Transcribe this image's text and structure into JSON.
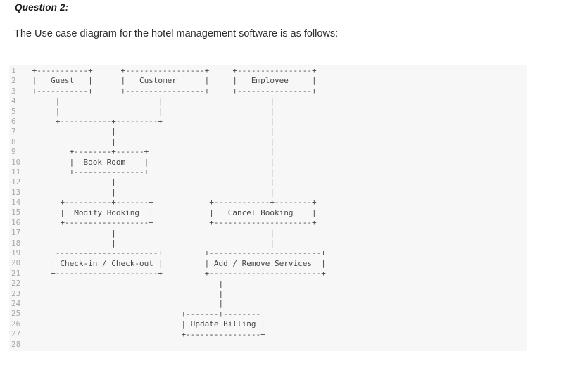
{
  "page": {
    "title": "Question 2:",
    "intro": "The Use case diagram for the hotel management software is as follows:"
  },
  "code_block": {
    "line_numbers": [
      "1",
      "2",
      "3",
      "4",
      "5",
      "6",
      "7",
      "8",
      "9",
      "10",
      "11",
      "12",
      "13",
      "14",
      "15",
      "16",
      "17",
      "18",
      "19",
      "20",
      "21",
      "22",
      "23",
      "24",
      "25",
      "26",
      "27",
      "28"
    ],
    "lines": [
      " +-----------+      +-----------------+     +----------------+",
      " |   Guest   |      |   Customer      |     |   Employee     |",
      " +-----------+      +-----------------+     +----------------+",
      "      |                     |                       |",
      "      |                     |                       |",
      "      +-----------+---------+                       |",
      "                  |                                 |",
      "                  |                                 |",
      "         +--------+------+                          |",
      "         |  Book Room    |                          |",
      "         +---------------+                          |",
      "                  |                                 |",
      "                  |                                 |",
      "       +----------+-------+            +------------+--------+",
      "       |  Modify Booking  |            |   Cancel Booking    |",
      "       +------------------+            +---------------------+",
      "                  |                                 |",
      "                  |                                 |",
      "     +----------------------+         +------------------------+",
      "     | Check-in / Check-out |         | Add / Remove Services  |",
      "     +----------------------+         +------------------------+",
      "                                         |",
      "                                         |",
      "                                         |",
      "                                 +-------+--------+",
      "                                 | Update Billing |",
      "                                 +----------------+",
      ""
    ],
    "colors": {
      "background": "#f7f7f7",
      "text": "#474747",
      "line_number": "#a8a8a8"
    }
  },
  "diagram": {
    "type": "use-case-ascii",
    "actors": [
      "Guest",
      "Customer",
      "Employee"
    ],
    "use_cases": [
      "Book Room",
      "Modify Booking",
      "Cancel Booking",
      "Check-in / Check-out",
      "Add / Remove Services",
      "Update Billing"
    ]
  }
}
